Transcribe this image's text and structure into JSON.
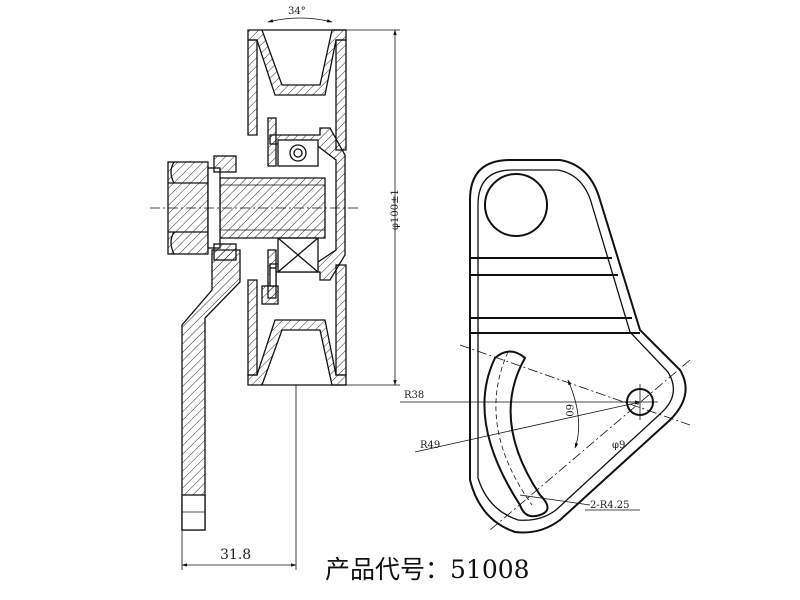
{
  "dimensions": {
    "groove_angle": "34°",
    "pulley_diameter": "φ100±1",
    "width": "31.8",
    "r38": "R38",
    "r49": "R49",
    "angle_60": "60",
    "hole_dia": "φ9",
    "slot_radius": "2-R4.25"
  },
  "product_code": {
    "label": "产品代号：",
    "number": "51008"
  }
}
